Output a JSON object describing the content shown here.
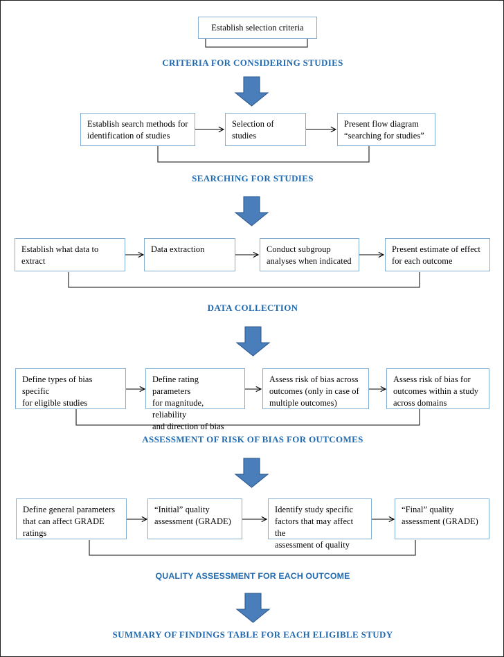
{
  "diagram": {
    "title": "Systematic review process flowchart",
    "colors": {
      "box_border": "#83aed4",
      "caption_text": "#1f6ab0",
      "arrow_fill": "#4a7ebb",
      "arrow_stroke": "#2e5a8e",
      "connector_line": "#3a3a3a",
      "page_border": "#1d1d1d"
    },
    "rows": [
      {
        "id": "row-criteria",
        "boxes": [
          {
            "text": "Establish selection criteria",
            "align": "center"
          }
        ]
      },
      {
        "id": "row-searching",
        "boxes": [
          {
            "text": "Establish search methods for\nidentification of studies",
            "align": "left"
          },
          {
            "text": "Selection of studies",
            "align": "left"
          },
          {
            "text": "Present flow diagram\n“searching for studies”",
            "align": "left"
          }
        ]
      },
      {
        "id": "row-data-collection",
        "boxes": [
          {
            "text": "Establish what data to\nextract",
            "align": "left"
          },
          {
            "text": "Data extraction",
            "align": "left"
          },
          {
            "text": "Conduct subgroup\nanalyses when indicated",
            "align": "left"
          },
          {
            "text": "Present estimate of effect\nfor each outcome",
            "align": "left"
          }
        ]
      },
      {
        "id": "row-risk-of-bias",
        "boxes": [
          {
            "text": "Define types of bias specific\nfor eligible studies",
            "align": "left"
          },
          {
            "text": "Define rating parameters\nfor magnitude, reliability\nand direction of bias",
            "align": "left"
          },
          {
            "text": "Assess risk of bias across\noutcomes (only in case of\nmultiple outcomes)",
            "align": "left"
          },
          {
            "text": "Assess risk of bias for\noutcomes within a study\nacross domains",
            "align": "left"
          }
        ]
      },
      {
        "id": "row-quality",
        "boxes": [
          {
            "text": "Define general parameters\nthat can affect GRADE\nratings",
            "align": "left"
          },
          {
            "text": "“Initial” quality\nassessment (GRADE)",
            "align": "left"
          },
          {
            "text": "Identify study specific\nfactors that may affect the\nassessment of quality",
            "align": "left"
          },
          {
            "text": "“Final” quality\nassessment (GRADE)",
            "align": "left"
          }
        ]
      }
    ],
    "captions": [
      {
        "id": "caption-criteria",
        "text": "CRITERIA FOR CONSIDERING STUDIES",
        "style": "serif"
      },
      {
        "id": "caption-searching",
        "text": "SEARCHING FOR STUDIES",
        "style": "serif"
      },
      {
        "id": "caption-data-collection",
        "text": "DATA COLLECTION",
        "style": "serif"
      },
      {
        "id": "caption-risk-of-bias",
        "text": "ASSESSMENT OF RISK OF BIAS FOR OUTCOMES",
        "style": "serif"
      },
      {
        "id": "caption-quality",
        "text": "QUALITY ASSESSMENT FOR EACH OUTCOME",
        "style": "sans"
      },
      {
        "id": "caption-summary",
        "text": "SUMMARY OF FINDINGS TABLE FOR EACH ELIGIBLE STUDY",
        "style": "serif"
      }
    ],
    "arrow_icons": {
      "down_block": "down-block-arrow",
      "right_line": "right-arrow"
    }
  }
}
